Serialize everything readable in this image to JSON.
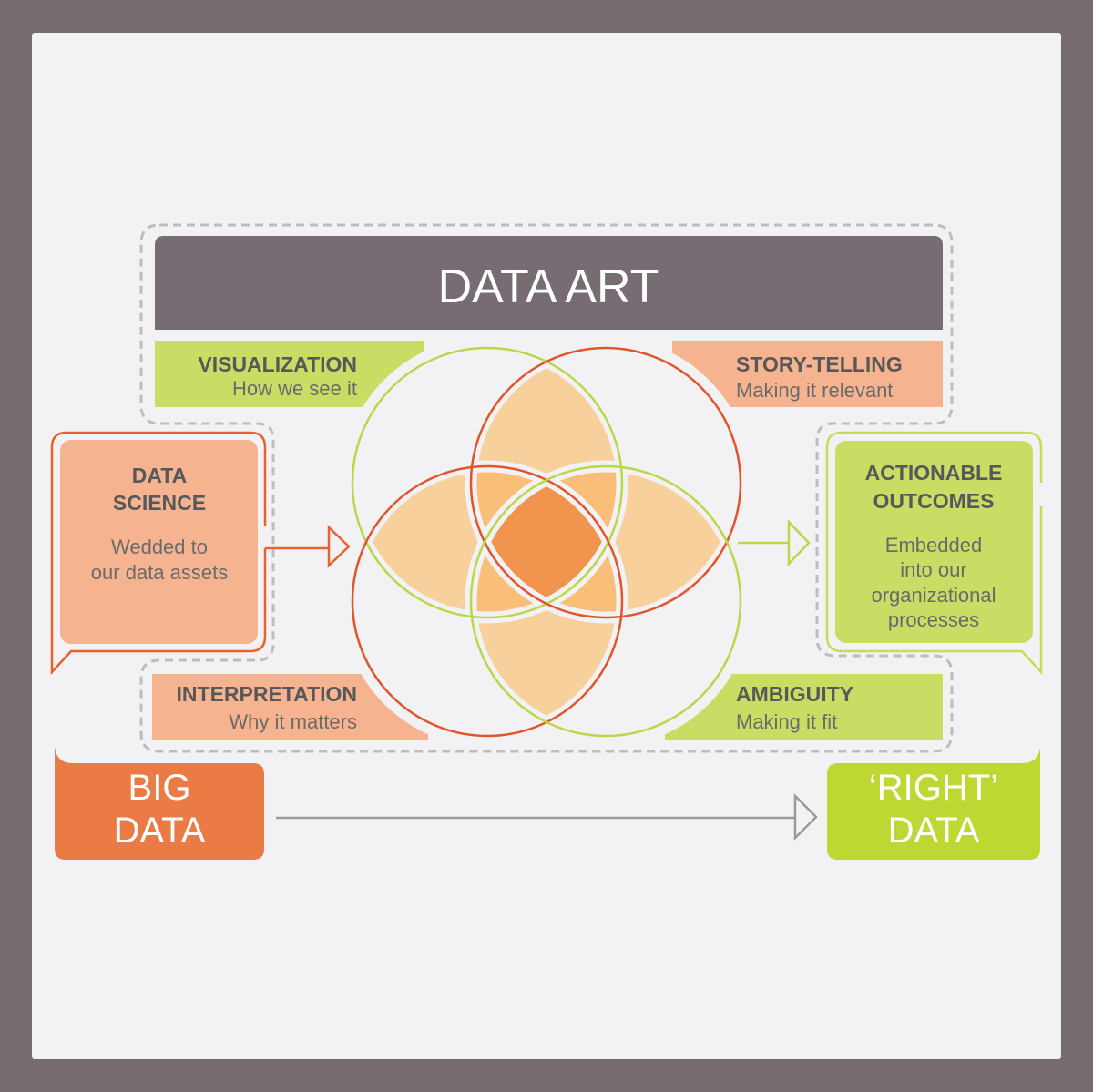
{
  "title": "DATA ART",
  "quadrants": {
    "visualization": {
      "title": "VISUALIZATION",
      "subtitle": "How we see it"
    },
    "storytelling": {
      "title": "STORY-TELLING",
      "subtitle": "Making it relevant"
    },
    "interpretation": {
      "title": "INTERPRETATION",
      "subtitle": "Why it matters"
    },
    "ambiguity": {
      "title": "AMBIGUITY",
      "subtitle": "Making it fit"
    }
  },
  "data_science": {
    "title_lines": [
      "DATA",
      "SCIENCE"
    ],
    "desc_lines": [
      "Wedded to",
      "our data assets"
    ]
  },
  "actionable_outcomes": {
    "title_lines": [
      "ACTIONABLE",
      "OUTCOMES"
    ],
    "desc_lines": [
      "Embedded",
      "into our",
      "organizational",
      "processes"
    ]
  },
  "big_data": {
    "lines": [
      "BIG",
      "DATA"
    ]
  },
  "right_data": {
    "lines": [
      "‘RIGHT’",
      "DATA"
    ]
  },
  "colors": {
    "frame": "#776b72",
    "background": "#f2f2f4",
    "header": "#776c73",
    "green": "#c8dd64",
    "salmon": "#f5b48f",
    "orange": "#eb7b45",
    "lime": "#bfd732",
    "circle_green": "#bcd64a",
    "circle_orange": "#e0562a",
    "petal_light": "#f8d09c",
    "petal_mid": "#f9be78",
    "petal_center": "#f0944e"
  }
}
